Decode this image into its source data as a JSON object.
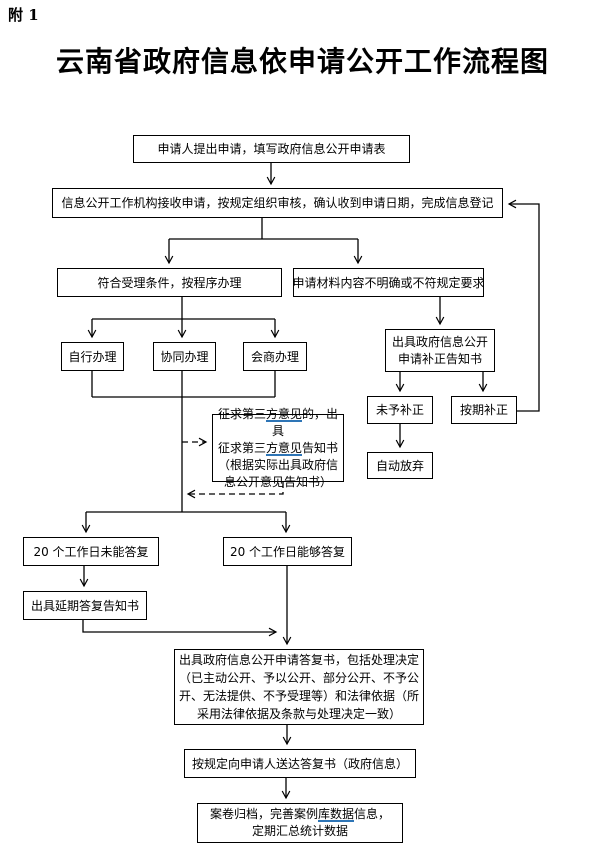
{
  "page": {
    "attachment_label": "附 1",
    "title": "云南省政府信息依申请公开工作流程图"
  },
  "colors": {
    "line": "#000000",
    "text": "#000000",
    "underline_blue": "#2e75b6",
    "background": "#ffffff"
  },
  "nodes": {
    "apply": {
      "text": "申请人提出申请，填写政府信息公开申请表"
    },
    "receive": {
      "text": "信息公开工作机构接收申请，按规定组织审核，确认收到申请日期，完成信息登记"
    },
    "qualify": {
      "text": "符合受理条件，按程序办理"
    },
    "unclear": {
      "text": "申请材料内容不明确或不符规定要求"
    },
    "self_handle": {
      "text": "自行办理"
    },
    "co_handle": {
      "text": "协同办理"
    },
    "joint_handle": {
      "text": "会商办理"
    },
    "supplement_notice": {
      "line1": "出具政府信息公开",
      "line2": "申请补正告知书"
    },
    "not_supplemented": {
      "text": "未予补正"
    },
    "supplemented_on_time": {
      "text": "按期补正"
    },
    "auto_give_up": {
      "text": "自动放弃"
    },
    "third_party": {
      "seg1": "征求第三",
      "seg2_underlined": "方意见",
      "seg3": "的，出具",
      "seg4": "征求第三",
      "seg5_underlined": "方意见",
      "seg6": "告知书",
      "line3": "（根据实际出具政府信",
      "line4": "息公开意见告知书）"
    },
    "not_answered_20": {
      "text": "20 个工作日未能答复"
    },
    "answered_20": {
      "text": "20 个工作日能够答复"
    },
    "delay_notice": {
      "text": "出具延期答复告知书"
    },
    "reply": {
      "line1": "出具政府信息公开申请答复书，包括处理决定",
      "line2": "（已主动公开、予以公开、部分公开、不予公",
      "line3": "开、无法提供、不予受理等）和法律依据（所",
      "line4": "采用法律依据及条款与处理决定一致）"
    },
    "deliver": {
      "text": "按规定向申请人送达答复书（政府信息）"
    },
    "archive": {
      "seg1": "案卷归档，完善案例",
      "seg2_underlined": "库数据",
      "seg3": "信息，",
      "line2": "定期汇总统计数据"
    }
  }
}
